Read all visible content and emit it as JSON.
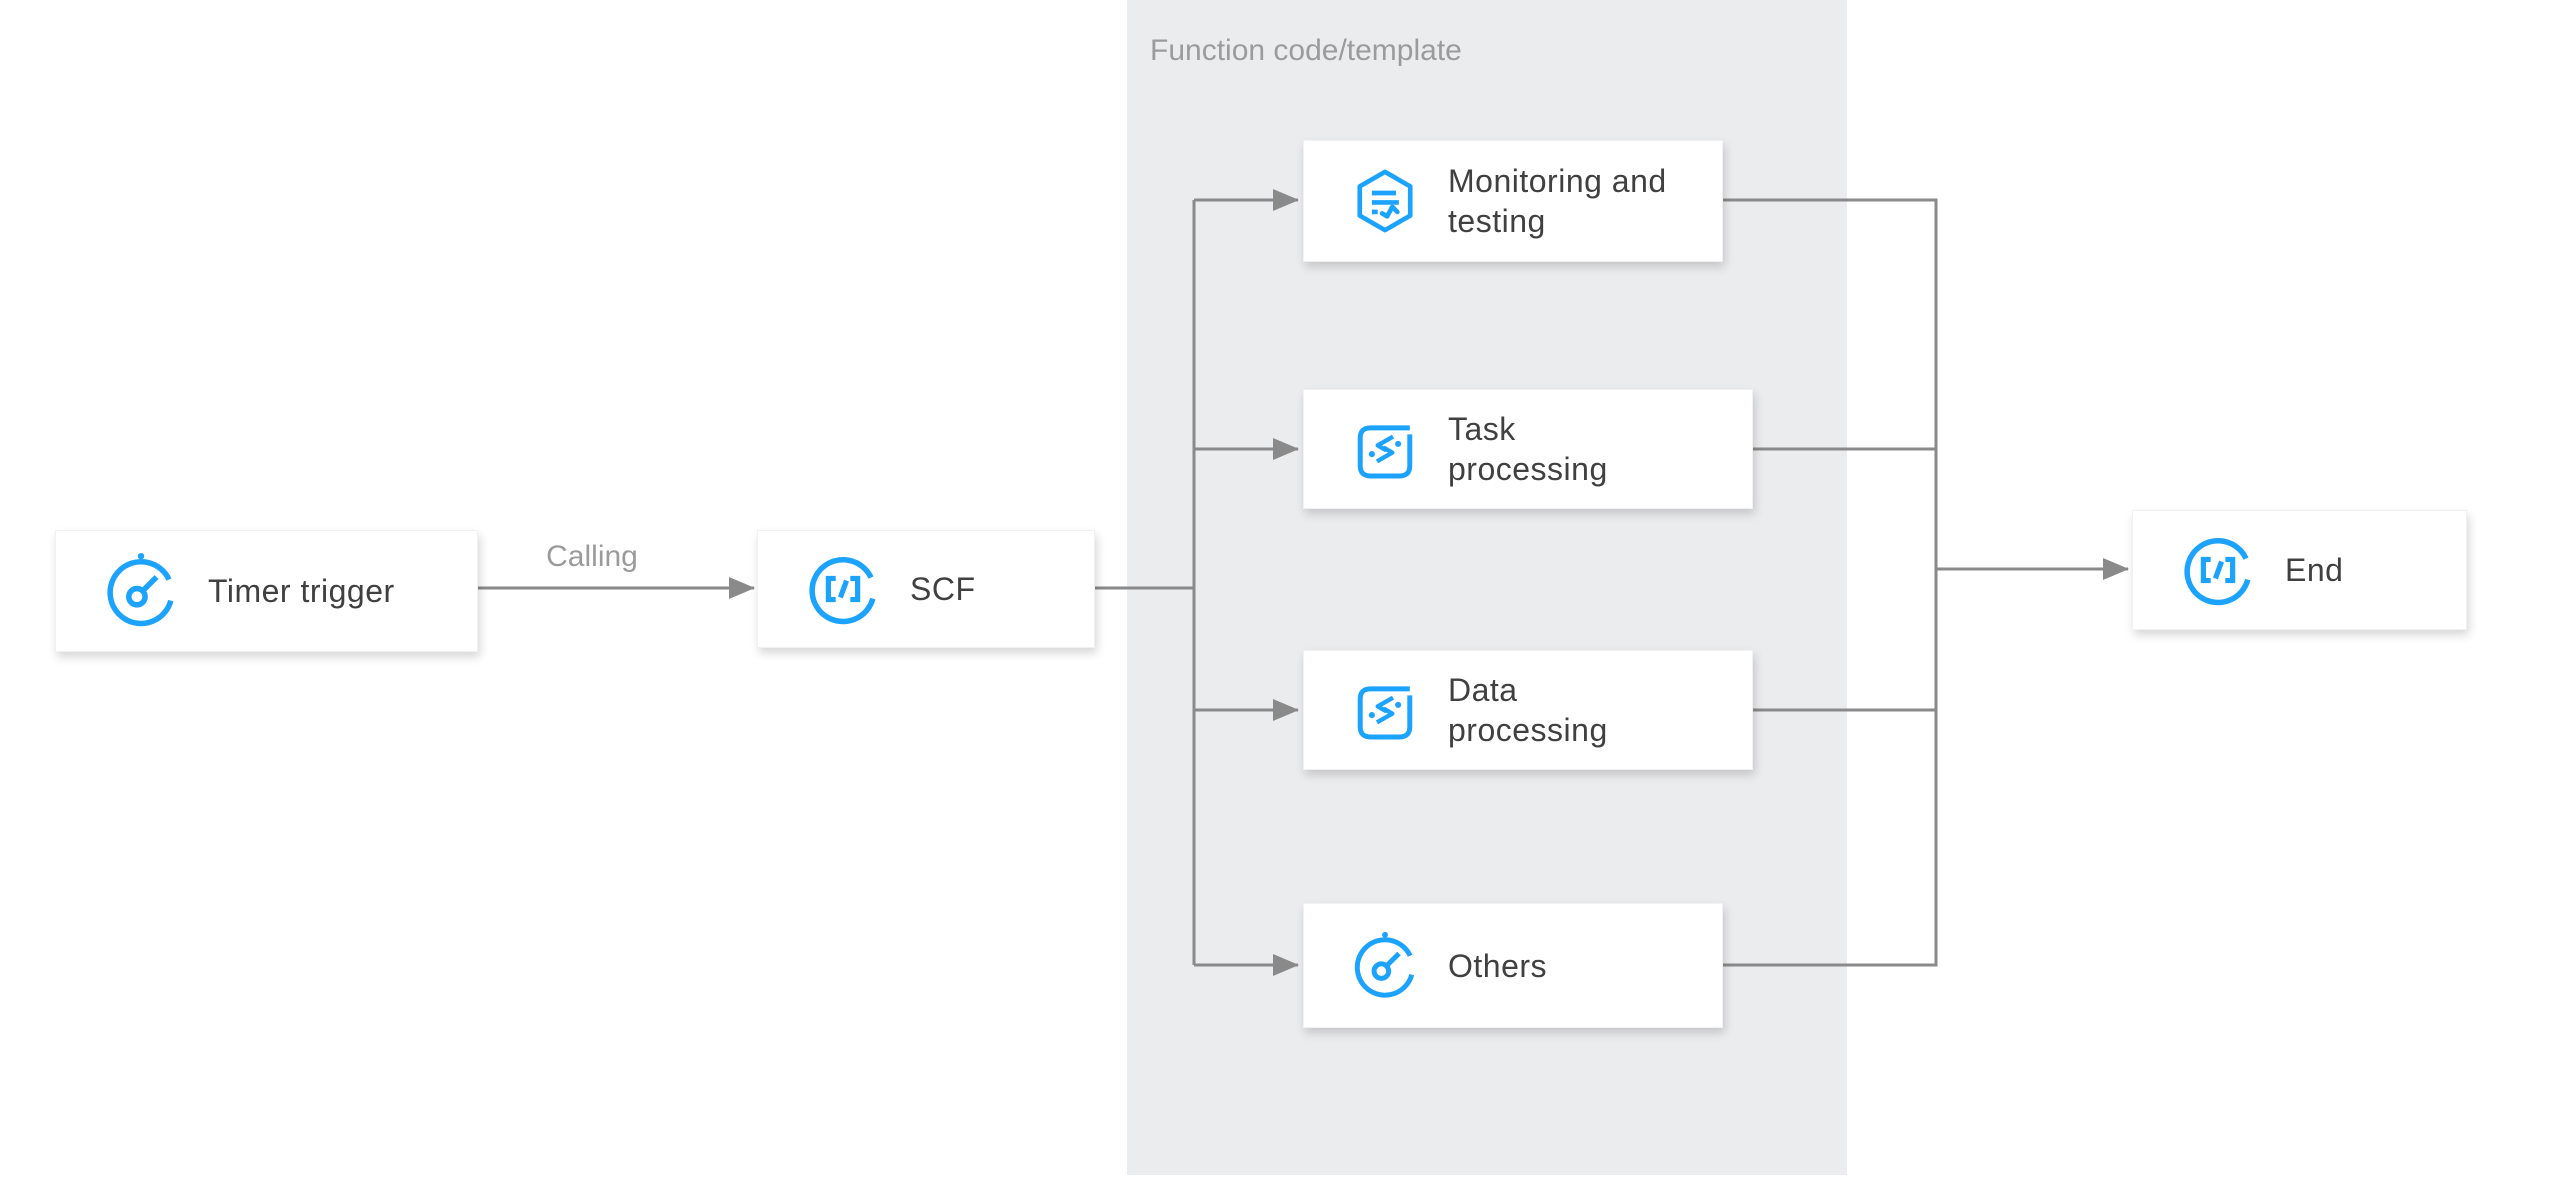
{
  "diagram": {
    "panel": {
      "label": "Function code/template"
    },
    "nodes": [
      {
        "id": "timer-trigger",
        "label": "Timer trigger",
        "icon": "timer-icon"
      },
      {
        "id": "scf",
        "label": "SCF",
        "icon": "scf-icon"
      },
      {
        "id": "monitoring-and-testing",
        "label": "Monitoring and testing",
        "icon": "monitoring-icon"
      },
      {
        "id": "task-processing",
        "label": "Task processing",
        "icon": "processing-icon"
      },
      {
        "id": "data-processing",
        "label": "Data processing",
        "icon": "processing-icon"
      },
      {
        "id": "others",
        "label": "Others",
        "icon": "timer-icon"
      },
      {
        "id": "end",
        "label": "End",
        "icon": "scf-icon"
      }
    ],
    "edges": [
      {
        "from": "timer-trigger",
        "to": "scf",
        "label": "Calling"
      },
      {
        "from": "scf",
        "to": "monitoring-and-testing"
      },
      {
        "from": "scf",
        "to": "task-processing"
      },
      {
        "from": "scf",
        "to": "data-processing"
      },
      {
        "from": "scf",
        "to": "others"
      },
      {
        "from": "monitoring-and-testing",
        "to": "end"
      },
      {
        "from": "task-processing",
        "to": "end"
      },
      {
        "from": "data-processing",
        "to": "end"
      },
      {
        "from": "others",
        "to": "end"
      }
    ],
    "colors": {
      "accent": "#1ca2ff",
      "line": "#8a8a8a",
      "panel_bg": "#ebecee",
      "node_bg": "#ffffff",
      "text": "#404040",
      "muted_text": "#9b9b9b"
    }
  }
}
